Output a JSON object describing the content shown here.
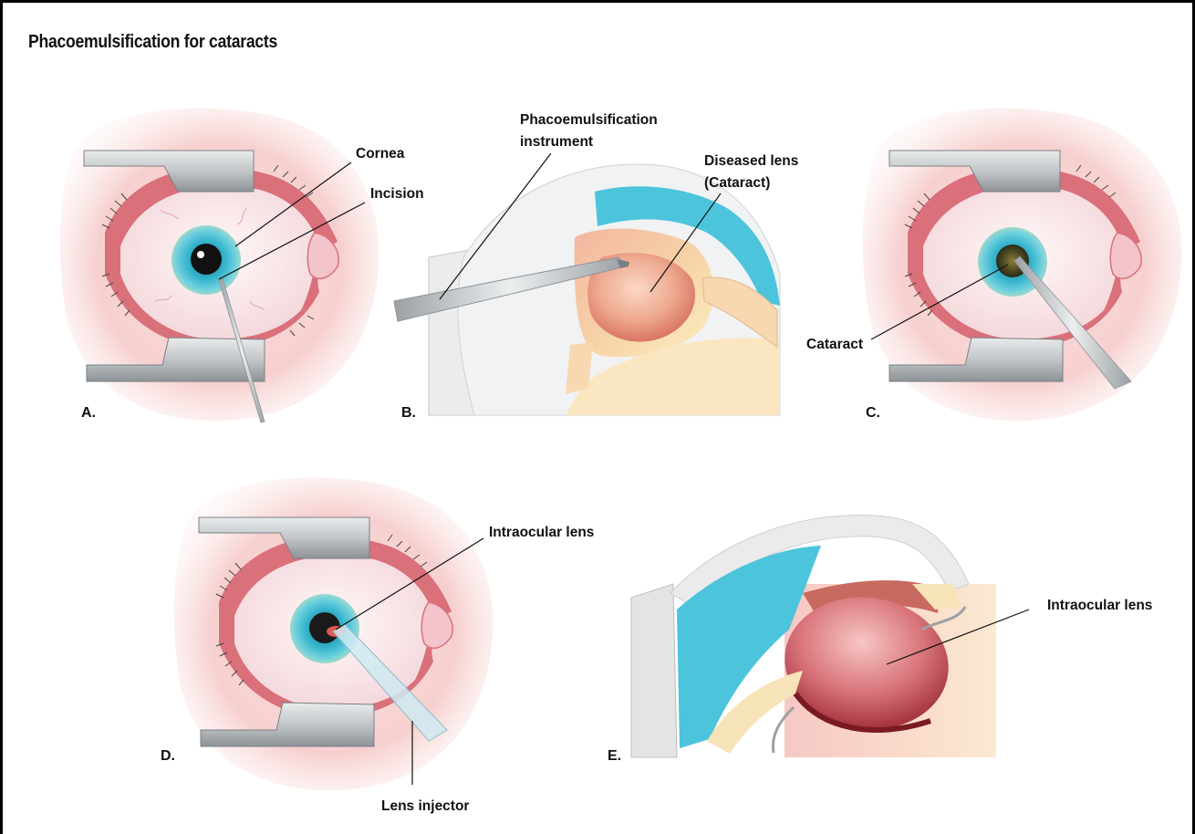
{
  "title": "Phacoemulsification for cataracts",
  "panels": {
    "a": {
      "letter": "A.",
      "labels": {
        "cornea": "Cornea",
        "incision": "Incision"
      }
    },
    "b": {
      "letter": "B.",
      "labels": {
        "instrument_1": "Phacoemulsification",
        "instrument_2": "instrument",
        "lens_1": "Diseased lens",
        "lens_2": "(Cataract)"
      }
    },
    "c": {
      "letter": "C.",
      "labels": {
        "cataract": "Cataract"
      }
    },
    "d": {
      "letter": "D.",
      "labels": {
        "iol": "Intraocular lens",
        "injector": "Lens injector"
      }
    },
    "e": {
      "letter": "E.",
      "labels": {
        "iol": "Intraocular lens"
      }
    }
  },
  "colors": {
    "skin": "#f6d4d2",
    "eyelid": "#d9707a",
    "sclera": "#fbeef0",
    "iris": "#2fa8c0",
    "speculum": "#c8cbce",
    "cornea_blue": "#4cc4dc",
    "lens": "#e8a08e",
    "iol_red": "#c0404a"
  }
}
